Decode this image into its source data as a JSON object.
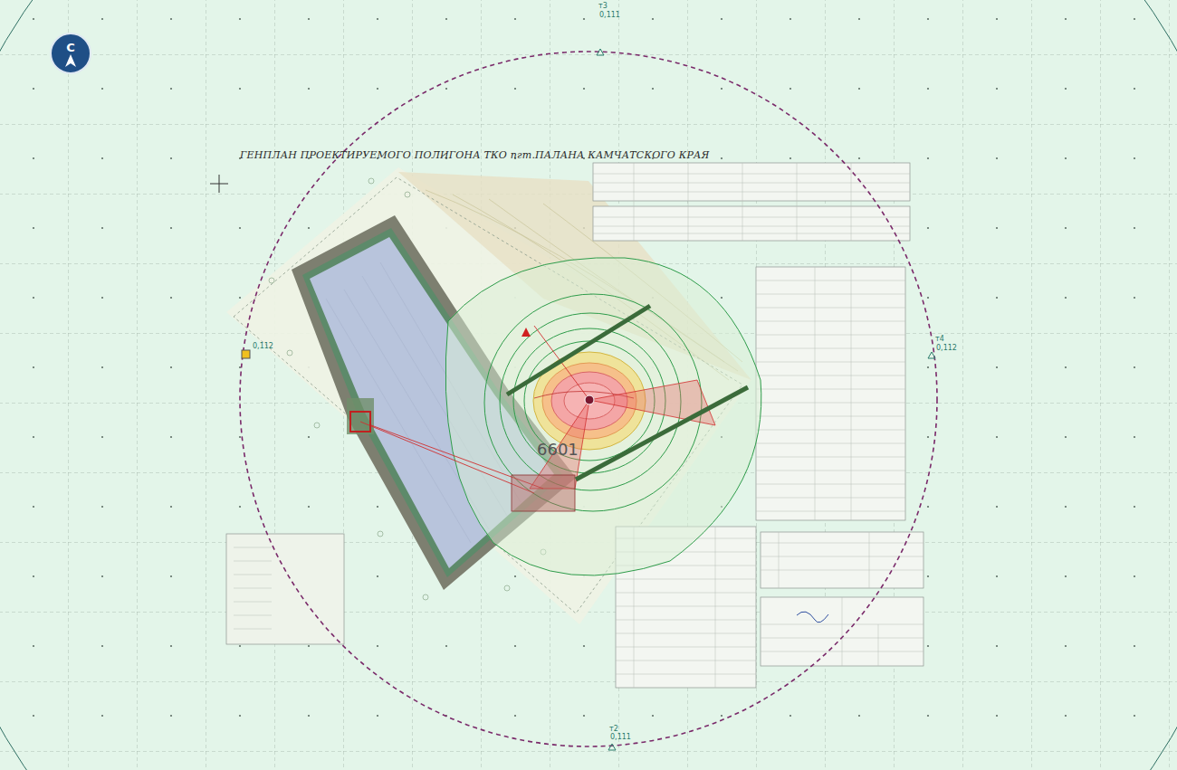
{
  "diagram": {
    "title": "ГЕНПЛАН ПРОЕКТИРУЕМОГО ПОЛИГОНА ТКО пгт.ПАЛАНА КАМЧАТСКОГО КРАЯ",
    "labels": [
      "С",
      "т3",
      "0,111",
      "т4",
      "0,112",
      "т2",
      "0,111",
      "0,112",
      "6601"
    ]
  }
}
